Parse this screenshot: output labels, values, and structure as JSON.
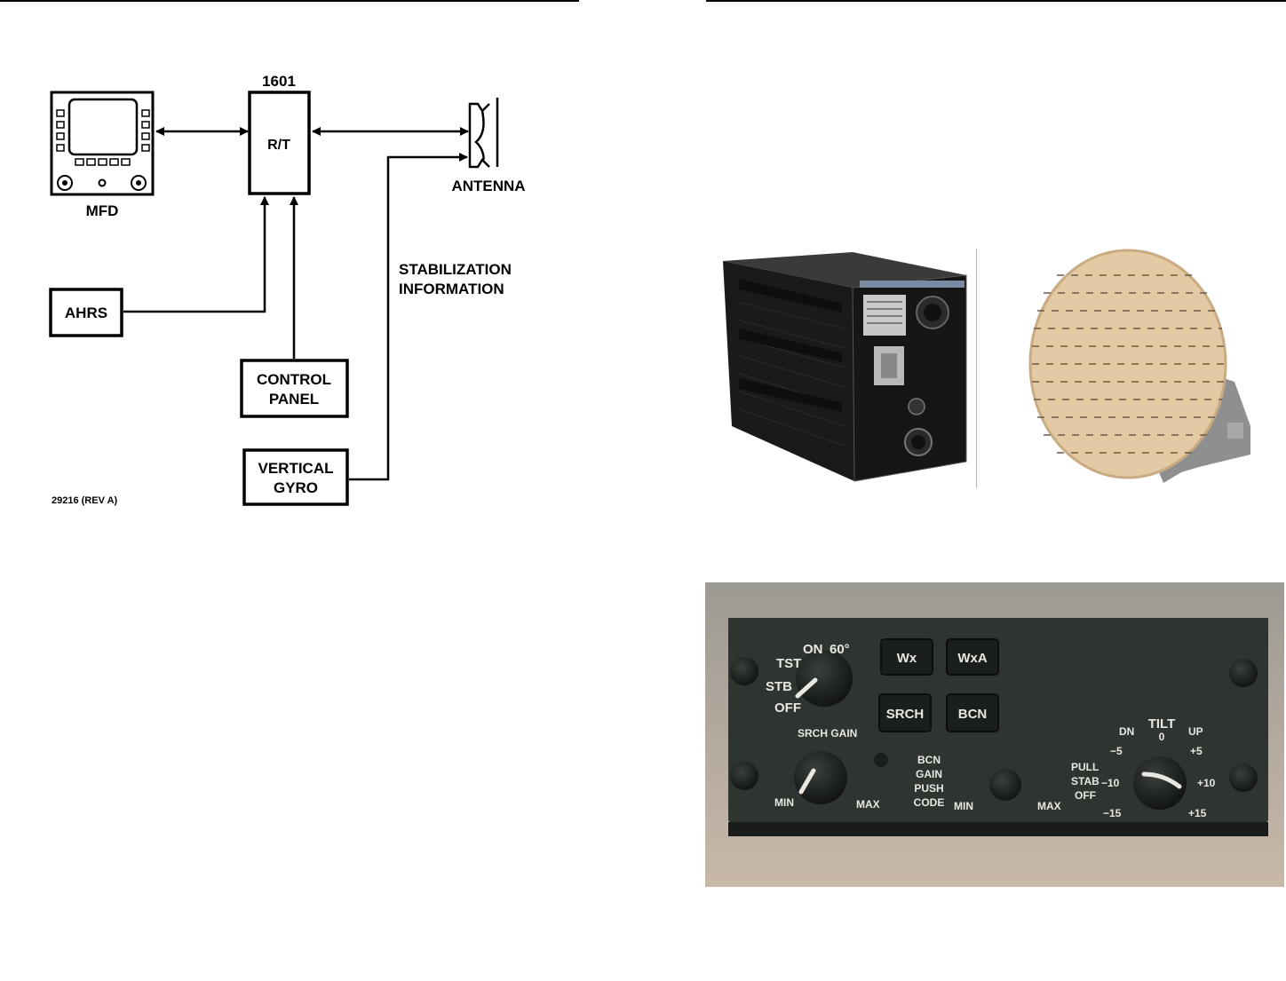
{
  "diagram": {
    "rt_number": "1601",
    "rt_label": "R/T",
    "mfd_label": "MFD",
    "antenna_label": "ANTENNA",
    "stabilization_line1": "STABILIZATION",
    "stabilization_line2": "INFORMATION",
    "ahrs_label": "AHRS",
    "control_panel_line1": "CONTROL",
    "control_panel_line2": "PANEL",
    "vertical_gyro_line1": "VERTICAL",
    "vertical_gyro_line2": "GYRO",
    "figure_number": "29216 (REV A)"
  },
  "control_panel_photo": {
    "mode_knob": {
      "tst": "TST",
      "stb": "STB",
      "off": "OFF",
      "on": "ON",
      "sixty": "60°"
    },
    "buttons": [
      "Wx",
      "WxA",
      "SRCH",
      "BCN"
    ],
    "srch_gain": {
      "title": "SRCH GAIN",
      "min": "MIN",
      "max": "MAX"
    },
    "bcn_gain": {
      "line1": "BCN",
      "line2": "GAIN",
      "line3": "PUSH",
      "line4": "CODE",
      "min": "MIN",
      "max": "MAX"
    },
    "tilt": {
      "title": "TILT",
      "dn": "DN",
      "up": "UP",
      "zero": "0",
      "m5": "−5",
      "p5": "+5",
      "m10": "−10",
      "p10": "+10",
      "m15": "−15",
      "p15": "+15"
    },
    "pull_stab": {
      "line1": "PULL",
      "line2": "STAB",
      "line3": "OFF"
    }
  },
  "colors": {
    "panel": "#2e3530",
    "panel_bg": "#b8aca0",
    "antenna": "#e0c8a4",
    "rt_body": "#1c1c1c"
  }
}
